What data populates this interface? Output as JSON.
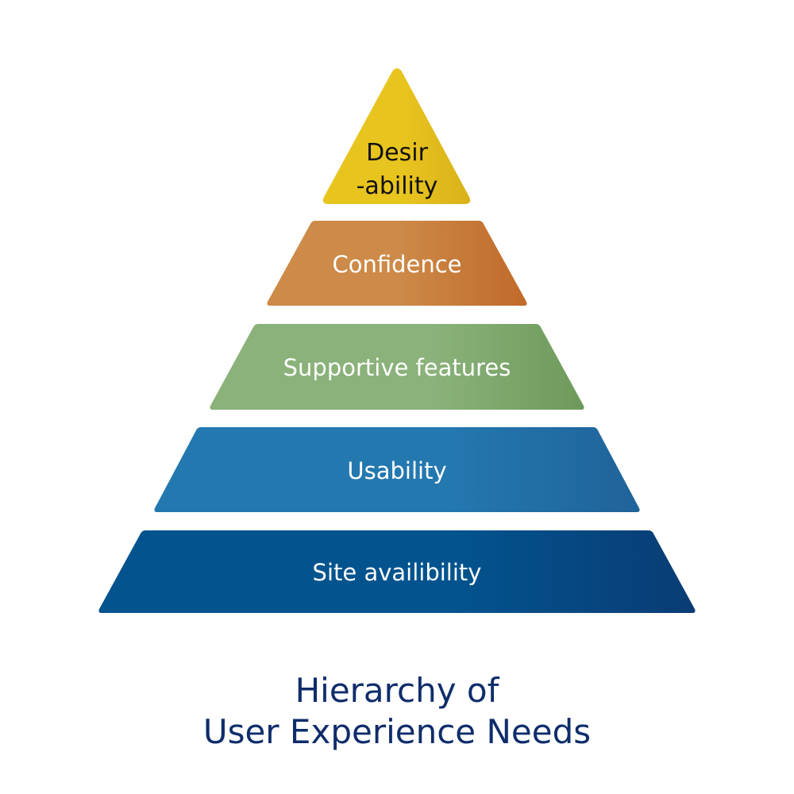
{
  "diagram": {
    "type": "pyramid",
    "levels": [
      {
        "label_line1": "Desir",
        "label_line2": "-ability",
        "color": "#e8c41f",
        "shade": "#d9b11a"
      },
      {
        "label": "Confidence",
        "color": "#cd8a48",
        "shade": "#c06a2a"
      },
      {
        "label": "Supportive features",
        "color": "#8ab27a",
        "shade": "#6d9a5a"
      },
      {
        "label": "Usability",
        "color": "#2478b0",
        "shade": "#1f6399"
      },
      {
        "label": "Site availibility",
        "color": "#02538e",
        "shade": "#0a3c74"
      }
    ]
  },
  "title": {
    "line1": "Hierarchy of",
    "line2": "User Experience Needs",
    "color": "#0f2d6b"
  }
}
